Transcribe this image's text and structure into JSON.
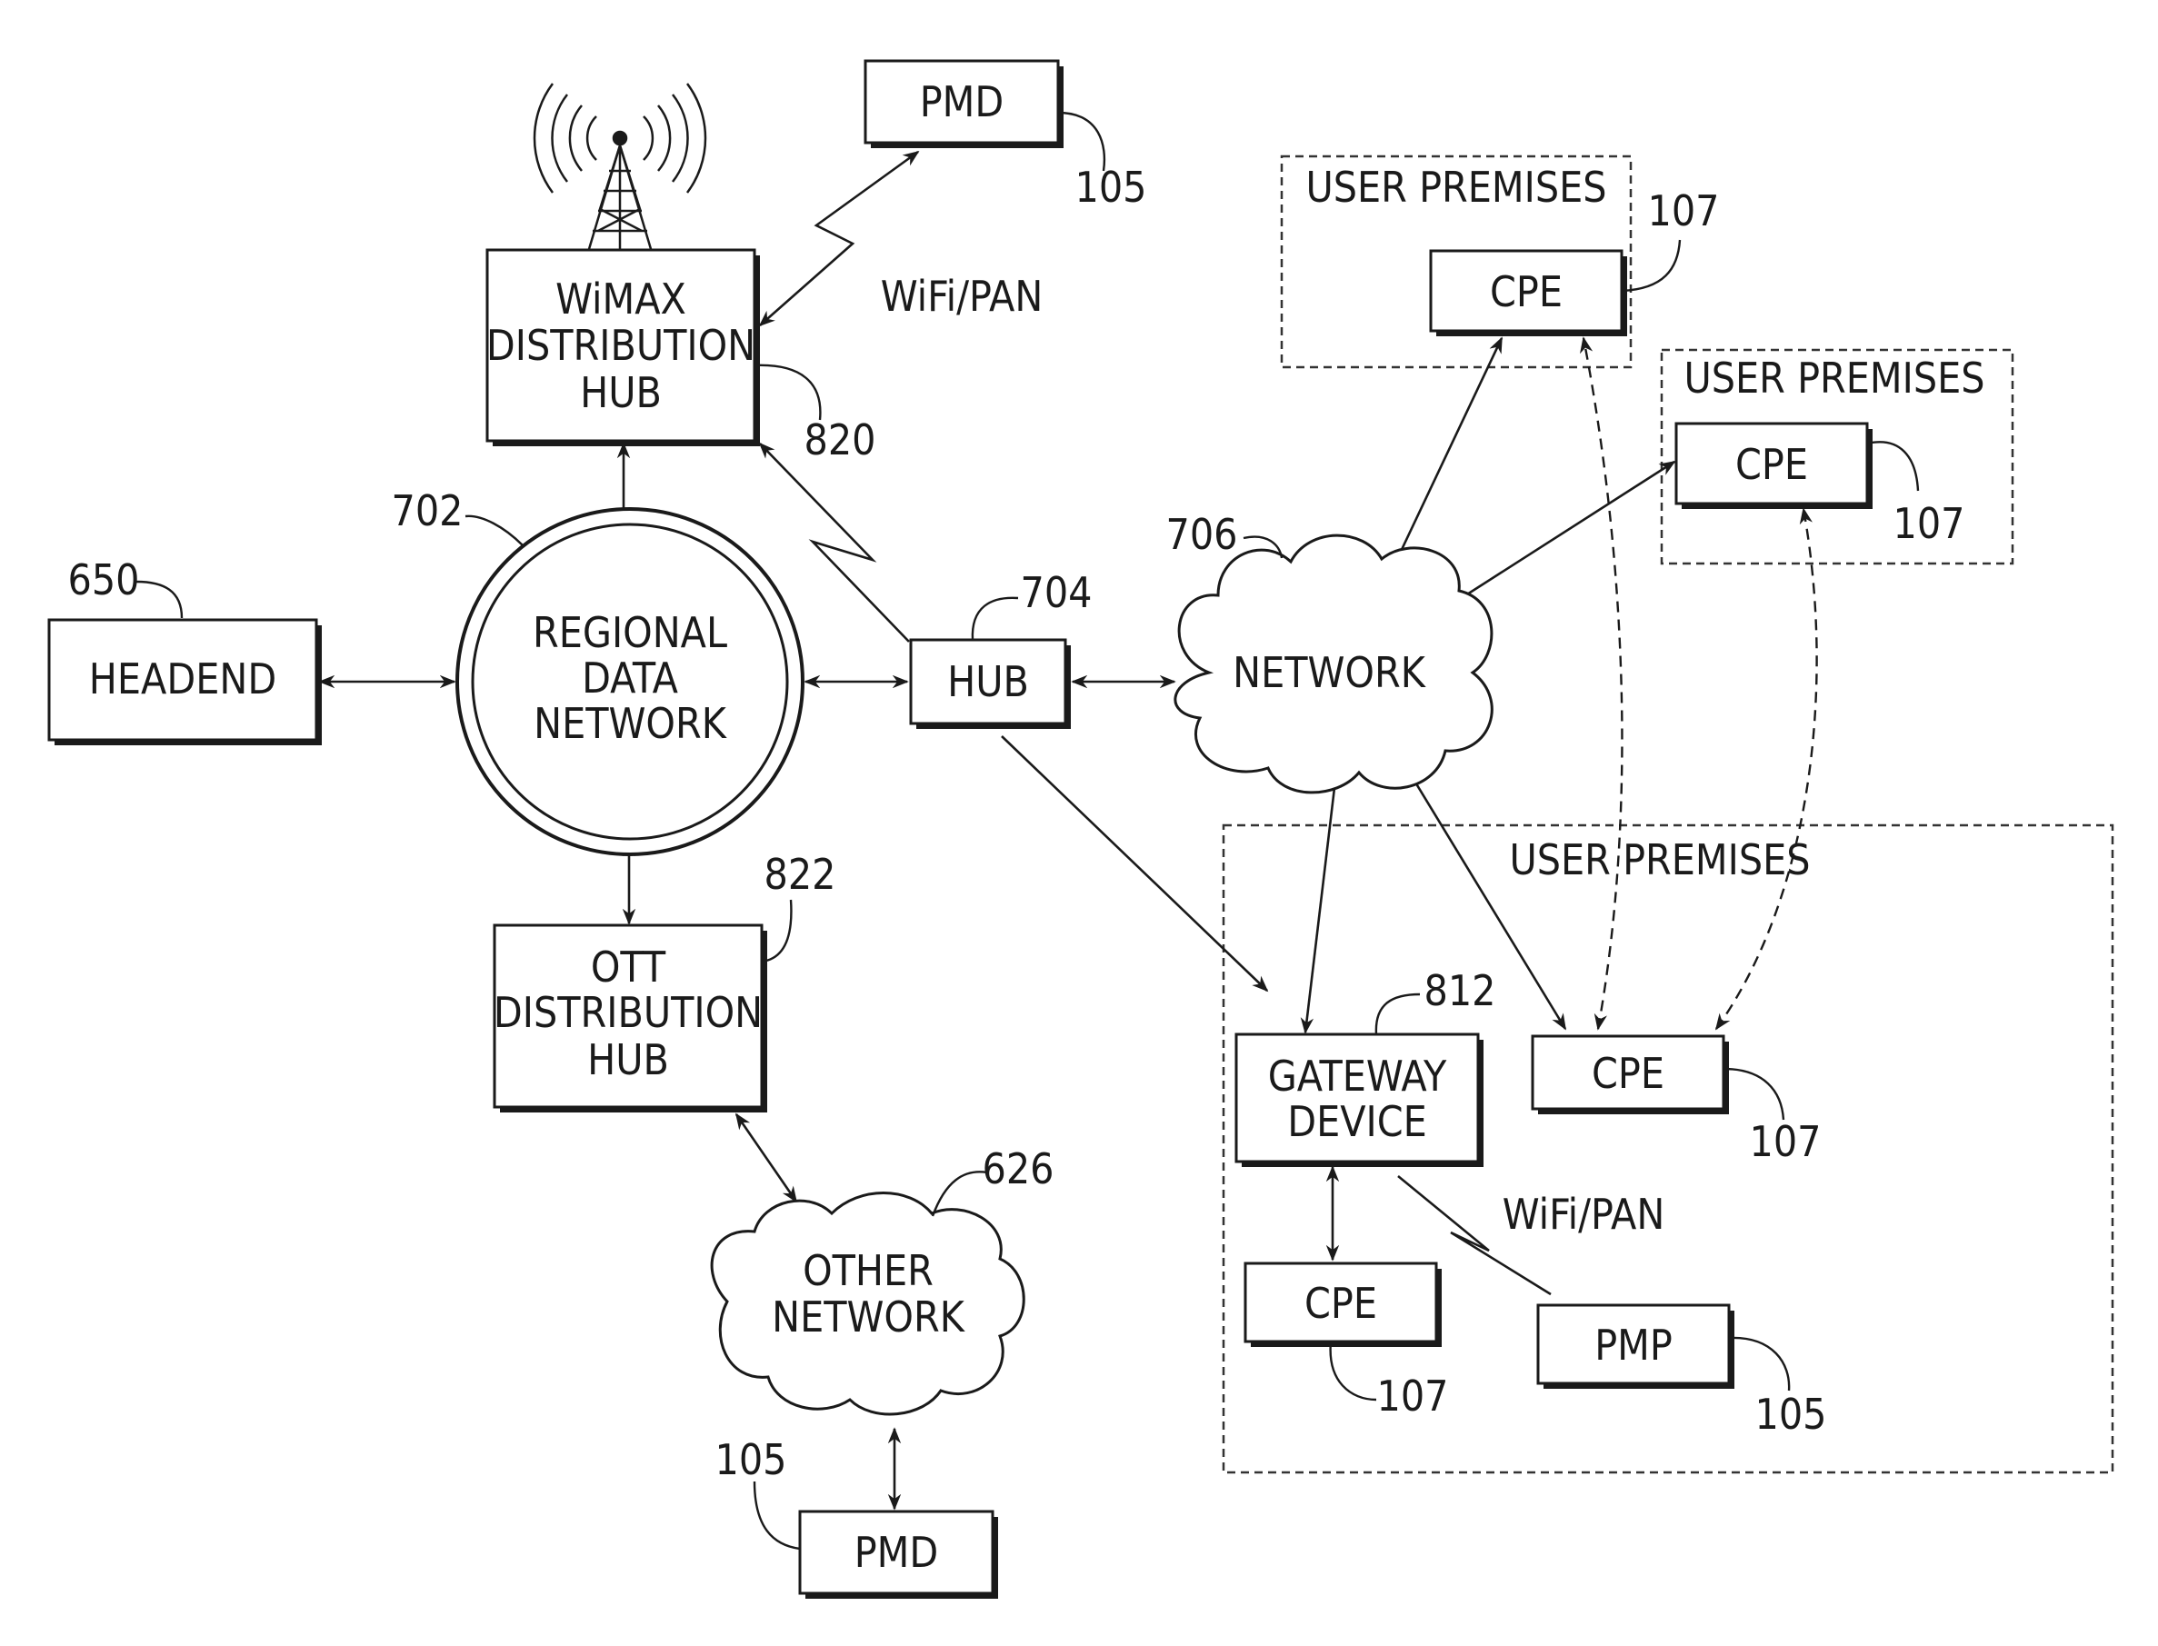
{
  "labels": {
    "pmd_top": "PMD",
    "wimax_hub": [
      "WiMAX",
      "DISTRIBUTION",
      "HUB"
    ],
    "wifi_pan_top": "WiFi/PAN",
    "headend": "HEADEND",
    "regional_network": [
      "REGIONAL",
      "DATA",
      "NETWORK"
    ],
    "hub": "HUB",
    "network": "NETWORK",
    "ott_hub": [
      "OTT",
      "DISTRIBUTION",
      "HUB"
    ],
    "other_network": [
      "OTHER",
      "NETWORK"
    ],
    "pmd_bottom": "PMD",
    "user_premises_1": "USER PREMISES",
    "user_premises_2": "USER PREMISES",
    "user_premises_3": "USER PREMISES",
    "cpe_1": "CPE",
    "cpe_2": "CPE",
    "cpe_3": "CPE",
    "cpe_4": "CPE",
    "gateway": [
      "GATEWAY",
      "DEVICE"
    ],
    "wifi_pan_bottom": "WiFi/PAN",
    "pmp": "PMP"
  },
  "refs": {
    "pmd_top": "105",
    "wimax_hub": "820",
    "headend": "650",
    "regional_network": "702",
    "hub": "704",
    "network": "706",
    "ott_hub": "822",
    "other_network": "626",
    "pmd_bottom": "105",
    "cpe_1": "107",
    "cpe_2": "107",
    "cpe_3": "107",
    "cpe_4": "107",
    "gateway": "812",
    "pmp": "105"
  },
  "colors": {
    "ink": "#1a1a1a",
    "background": "#ffffff"
  }
}
